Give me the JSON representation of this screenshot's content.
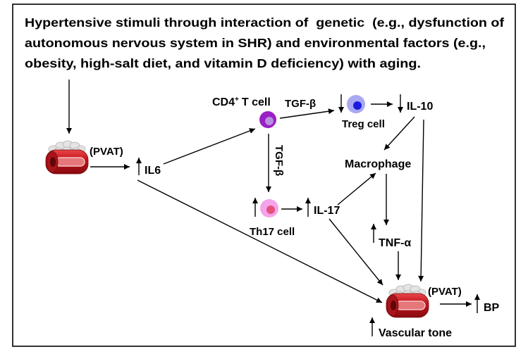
{
  "title": {
    "lines": [
      "Hypertensive stimuli through interaction of  genetic  (e.g., dysfunction of",
      "autonomous nervous system in SHR) and environmental factors (e.g.,",
      "obesity, high-salt diet, and vitamin D deficiency) with aging."
    ]
  },
  "labels": {
    "pvat_left": "(PVAT)",
    "il6": "IL6",
    "cd4_main": "CD4",
    "cd4_sup": "+",
    "cd4_suffix": "T cell",
    "tgf_beta_top": "TGF-β",
    "tgf_beta_vertical": "TGF-β",
    "treg": "Treg cell",
    "il10": "IL-10",
    "macrophage": "Macrophage",
    "th17": "Th17 cell",
    "il17": "IL-17",
    "tnf": "TNF-α",
    "pvat_right": "(PVAT)",
    "bp": "BP",
    "vascular_tone": "Vascular tone"
  },
  "colors": {
    "cd4_cell_outer": "#9a1fc4",
    "cd4_cell_inner": "#b98fe0",
    "treg_cell_outer": "#a9a9f2",
    "treg_cell_inner": "#1c1cdf",
    "th17_cell_outer": "#f4a3ea",
    "th17_cell_inner": "#e4527c",
    "vessel_red": "#c4141c"
  }
}
